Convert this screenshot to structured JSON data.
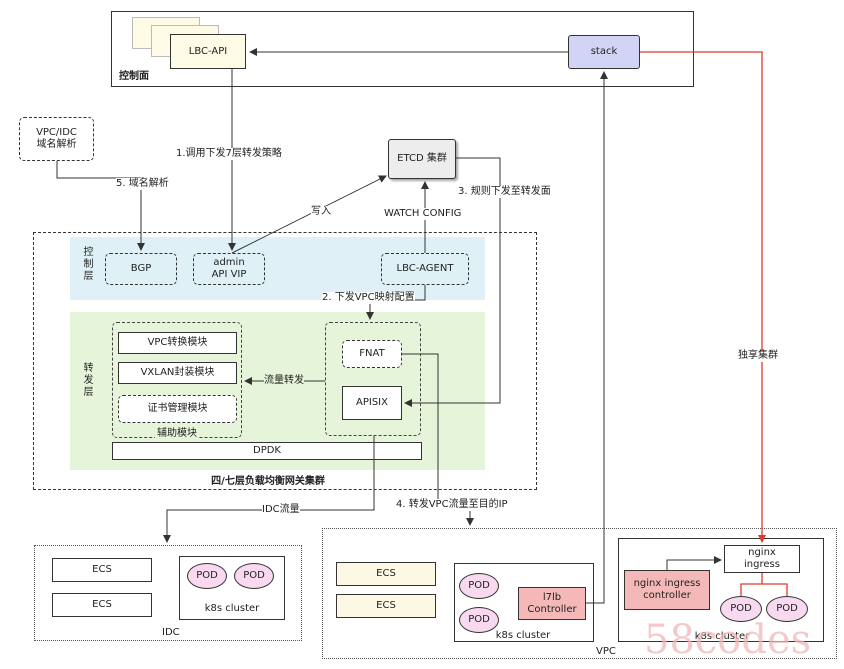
{
  "colors": {
    "control_layer_bg": "#dff1f6",
    "forward_layer_bg": "#e6f5da",
    "stack_fill": "#d2d4f6",
    "lbc_api_fill": "#fdfbe6",
    "ecs_vpc_fill": "#fdf8e4",
    "etcd_fill": "#ededed",
    "highlight_fill": "#f4b8b8",
    "pod_fill": "#f8d9ef",
    "exclusive_line": "#e03a2a",
    "watermark": "#f0b8b8"
  },
  "control_plane": {
    "label": "控制面",
    "lbc_api": "LBC-API",
    "stack": "stack"
  },
  "vpc_idc_dns": {
    "line1": "VPC/IDC",
    "line2": "域名解析"
  },
  "etcd": {
    "label": "ETCD 集群"
  },
  "cluster": {
    "label": "四/七层负载均衡网关集群",
    "control_layer": {
      "label": "控制层",
      "bgp": "BGP",
      "admin_line1": "admin",
      "admin_line2": "API VIP",
      "lbc_agent": "LBC-AGENT"
    },
    "forward_layer": {
      "label": "转发层",
      "aux_label": "辅助模块",
      "modules": [
        "VPC转换模块",
        "VXLAN封装模块",
        "证书管理模块"
      ],
      "fnat": "FNAT",
      "apisix": "APISIX",
      "dpdk": "DPDK"
    }
  },
  "flows": {
    "step1": "1.调用下发7层转发策略",
    "step2": "2. 下发VPC映射配置",
    "step3": "3. 规则下发至转发面",
    "step4": "4. 转发VPC流量至目的IP",
    "step5": "5. 域名解析",
    "write": "写入",
    "watch": "WATCH CONFIG",
    "traffic_forward": "流量转发",
    "idc_traffic": "IDC流量",
    "exclusive": "独享集群"
  },
  "idc": {
    "label": "IDC",
    "ecs": [
      "ECS",
      "ECS"
    ],
    "pods": [
      "POD",
      "POD"
    ],
    "k8s": "k8s cluster"
  },
  "vpc": {
    "label": "VPC",
    "ecs": [
      "ECS",
      "ECS"
    ],
    "k8s_a": {
      "pods": [
        "POD",
        "POD"
      ],
      "controller_line1": "l7lb",
      "controller_line2": "Controller",
      "label": "k8s cluster"
    },
    "k8s_b": {
      "nginx_line1": "nginx",
      "nginx_line2": "ingress",
      "ctrl_line1": "nginx ingress",
      "ctrl_line2": "controller",
      "pods": [
        "POD",
        "POD"
      ],
      "label": "k8s cluster"
    }
  },
  "watermark": "58codes"
}
